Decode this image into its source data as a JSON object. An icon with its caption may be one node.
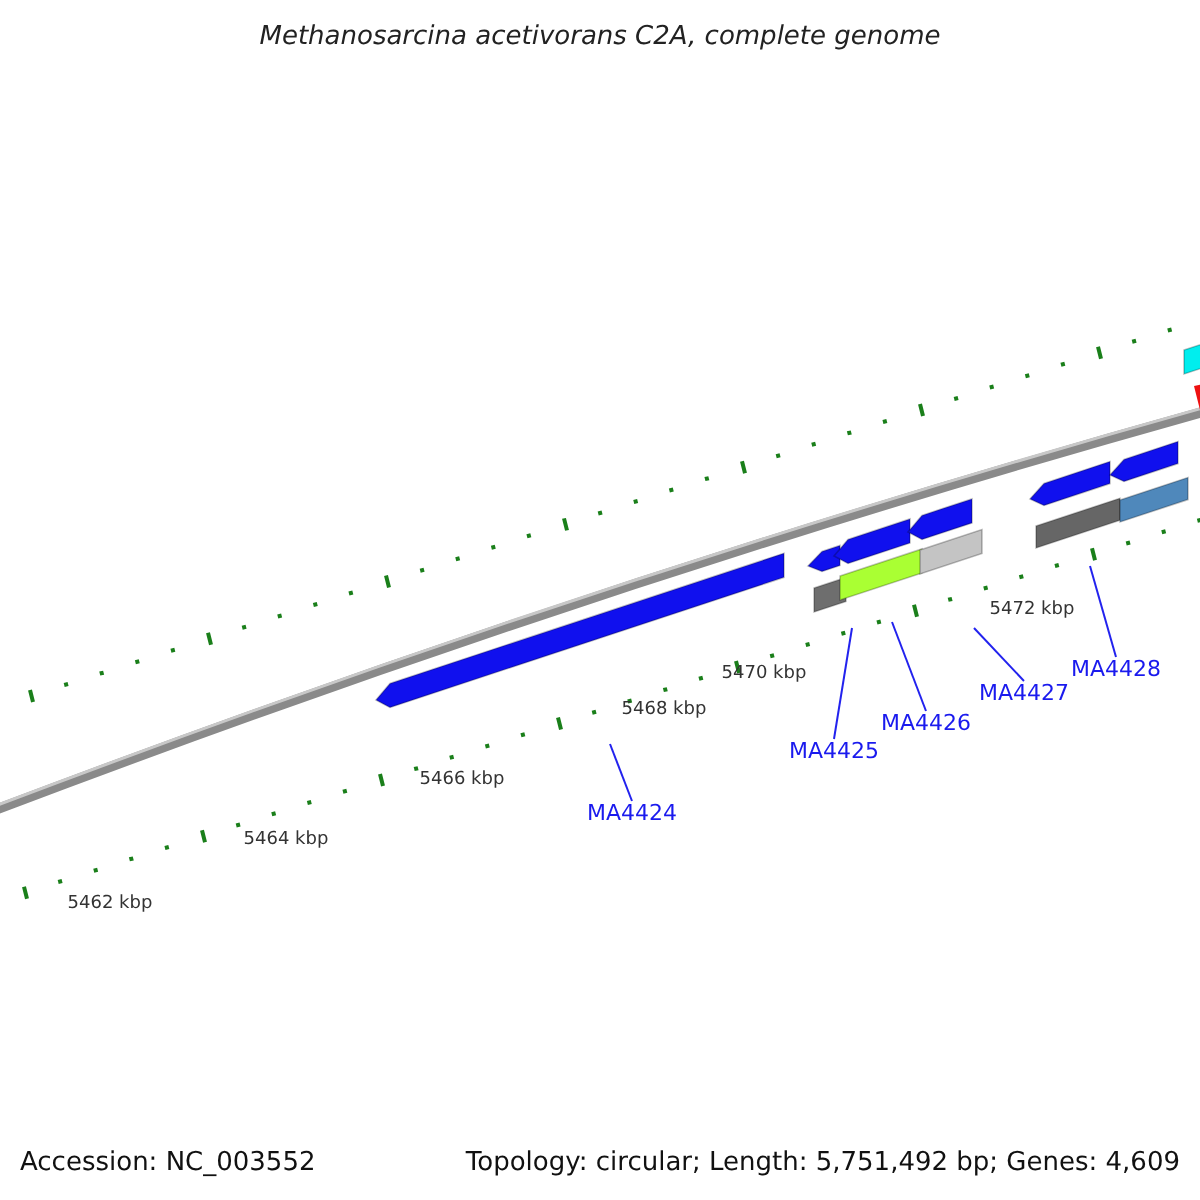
{
  "diagram": {
    "title": "Methanosarcina acetivorans C2A, complete genome",
    "nodes": [
      {
        "text": [
          "MA4424"
        ]
      },
      {
        "text": [
          "MA4425"
        ]
      },
      {
        "text": [
          "MA4426"
        ]
      },
      {
        "text": [
          "MA4427"
        ]
      },
      {
        "text": [
          "MA4428"
        ]
      }
    ],
    "edges": [
      {
        "from": 0,
        "to": null,
        "arrow": "none"
      },
      {
        "from": 1,
        "to": null,
        "arrow": "none"
      },
      {
        "from": 2,
        "to": null,
        "arrow": "none"
      },
      {
        "from": 3,
        "to": null,
        "arrow": "none"
      },
      {
        "from": 4,
        "to": null,
        "arrow": "none"
      }
    ],
    "labels": [
      "5462 kbp",
      "5464 kbp",
      "5466 kbp",
      "5468 kbp",
      "5470 kbp",
      "5472 kbp",
      "Accession: NC_003552",
      "Topology: circular; Length: 5,751,492 bp; Genes: 4,609"
    ]
  }
}
